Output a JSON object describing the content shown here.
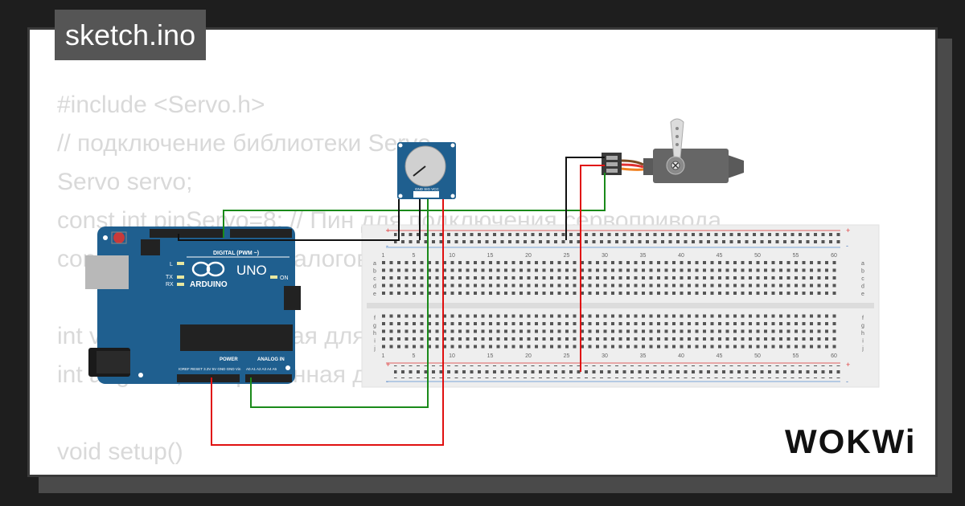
{
  "header": {
    "filename": "sketch.ino"
  },
  "code_lines": [
    "#include <Servo.h>",
    "// подключение библиотеки Servo",
    "Servo servo;",
    "const int pinServo=8; // Пин для подключения сервопривода",
    "const int POT=0; // Аналоговый вход A0 для подключения потенциометра",
    "",
    "int val=0; // переменная для хранения значения с потенциометра",
    "int angle=0; // переменная для хранения угла поворота сервы",
    "",
    "void setup()",
    "{"
  ],
  "arduino": {
    "brand": "ARDUINO",
    "model": "UNO",
    "header_digital": "DIGITAL (PWM ~)",
    "header_power": "POWER",
    "header_analog": "ANALOG IN",
    "led_l": "L",
    "led_tx": "TX",
    "led_rx": "RX",
    "led_on": "ON",
    "power_pins": "IOREF RESET 3.3V 5V GND GND Vin",
    "analog_pins": "A0 A1 A2 A3 A4 A5"
  },
  "potentiometer": {
    "pins": "GND SIG VCC"
  },
  "breadboard": {
    "column_numbers": [
      "1",
      "5",
      "10",
      "15",
      "20",
      "25",
      "30",
      "35",
      "40",
      "45",
      "50",
      "55",
      "60"
    ],
    "top_rows": [
      "a",
      "b",
      "c",
      "d",
      "e"
    ],
    "bottom_rows": [
      "f",
      "g",
      "h",
      "i",
      "j"
    ],
    "rail_plus": "+",
    "rail_minus": "-"
  },
  "footer": {
    "brand": "WOKWi"
  },
  "colors": {
    "background": "#1e1e1e",
    "card": "#ffffff",
    "code_text": "#d9d9d9",
    "tab_bg": "#555555",
    "wire_green": "#1a8a1a",
    "wire_red": "#e01010",
    "wire_black": "#111111",
    "board_blue": "#1f5f8f"
  }
}
